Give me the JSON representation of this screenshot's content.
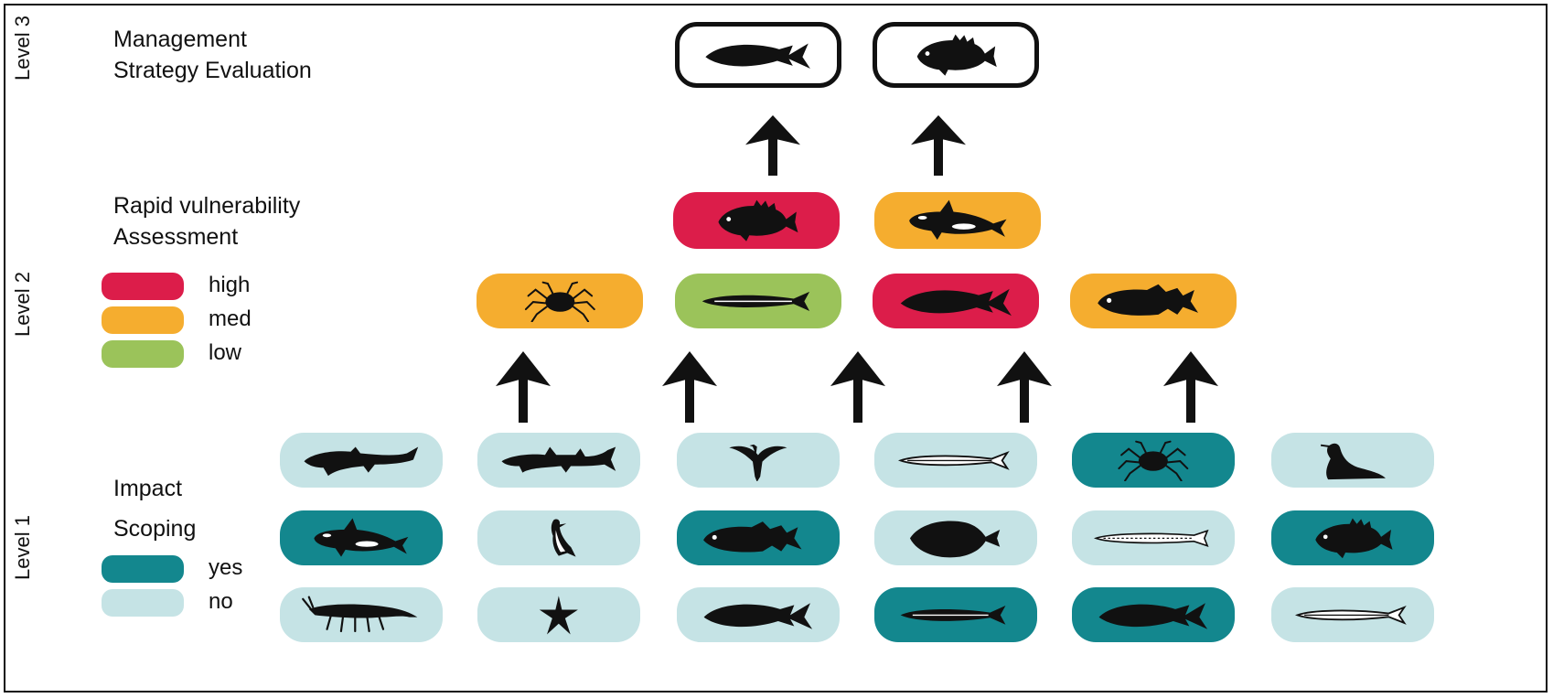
{
  "level_labels": {
    "level1": "Level 1",
    "level2": "Level 2",
    "level3": "Level 3"
  },
  "level3": {
    "heading_line1": "Management",
    "heading_line2": "Strategy Evaluation",
    "boxes": [
      {
        "icon": "salmon-icon"
      },
      {
        "icon": "rockfish-icon"
      }
    ]
  },
  "level2": {
    "heading_line1": "Rapid vulnerability",
    "heading_line2": "Assessment",
    "legend": [
      {
        "label": "high",
        "color": "#dc1d4a"
      },
      {
        "label": "med",
        "color": "#f5ad2f"
      },
      {
        "label": "low",
        "color": "#9bc35a"
      }
    ],
    "top_row": [
      {
        "icon": "rockfish-icon",
        "rating": "high"
      },
      {
        "icon": "orca-icon",
        "rating": "med"
      }
    ],
    "bottom_row": [
      {
        "icon": "crab-icon",
        "rating": "med"
      },
      {
        "icon": "herring-icon",
        "rating": "low"
      },
      {
        "icon": "salmon-icon",
        "rating": "high"
      },
      {
        "icon": "cod-icon",
        "rating": "med"
      }
    ]
  },
  "level1": {
    "heading_line1": "Impact",
    "heading_line2": "Scoping",
    "legend": [
      {
        "label": "yes",
        "color": "#13878e"
      },
      {
        "label": "no",
        "color": "#c5e3e5"
      }
    ],
    "rows": [
      [
        {
          "icon": "sixgill-shark-icon",
          "scoped": "no"
        },
        {
          "icon": "dogfish-shark-icon",
          "scoped": "no"
        },
        {
          "icon": "cormorant-icon",
          "scoped": "no"
        },
        {
          "icon": "anchovy-icon",
          "scoped": "no"
        },
        {
          "icon": "crab-icon",
          "scoped": "yes"
        },
        {
          "icon": "sea-lion-icon",
          "scoped": "no"
        }
      ],
      [
        {
          "icon": "orca-icon",
          "scoped": "yes"
        },
        {
          "icon": "murre-icon",
          "scoped": "no"
        },
        {
          "icon": "cod-icon",
          "scoped": "yes"
        },
        {
          "icon": "flatfish-icon",
          "scoped": "no"
        },
        {
          "icon": "sand-lance-icon",
          "scoped": "no"
        },
        {
          "icon": "rockfish-icon",
          "scoped": "yes"
        }
      ],
      [
        {
          "icon": "krill-icon",
          "scoped": "no"
        },
        {
          "icon": "sea-star-icon",
          "scoped": "no"
        },
        {
          "icon": "salmon-icon",
          "scoped": "no"
        },
        {
          "icon": "herring-icon",
          "scoped": "yes"
        },
        {
          "icon": "salmon-icon",
          "scoped": "yes"
        },
        {
          "icon": "anchovy-icon",
          "scoped": "no"
        }
      ]
    ]
  }
}
